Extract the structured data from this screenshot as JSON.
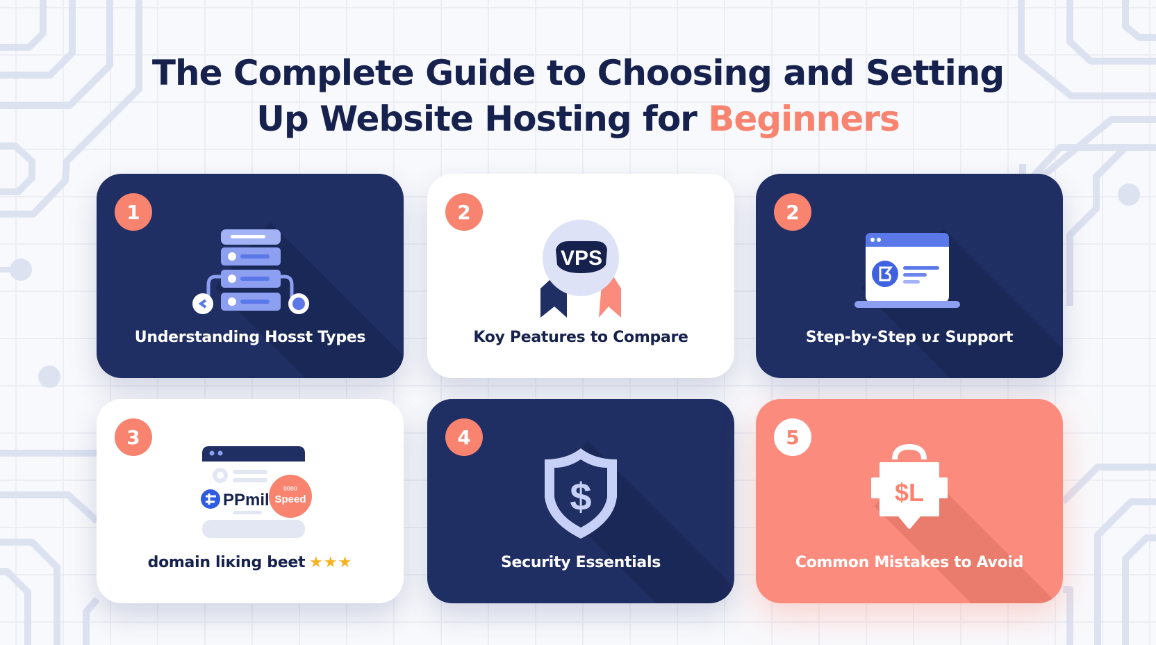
{
  "title": {
    "line1": "The Complete Guide to Choosing and Setting",
    "line2_prefix": "Up Website Hosting for ",
    "line2_accent": "Beginners"
  },
  "colors": {
    "navy": "#1f2e63",
    "coral": "#f8836f",
    "periwinkle": "#8c9ff0",
    "background": "#f8f9fc"
  },
  "cards": [
    {
      "badge": "1",
      "label": "Understanding Hosst Types",
      "icon": "server-stack-icon",
      "theme": "navy"
    },
    {
      "badge": "2",
      "label": "Koy Peatures to Compare",
      "icon": "vps-award-icon",
      "icon_text": "VPS",
      "theme": "white"
    },
    {
      "badge": "2",
      "label": "Step-by-Step ʋɾ Support",
      "icon": "laptop-browser-icon",
      "theme": "navy"
    },
    {
      "badge": "3",
      "label": "domain liĸing beet",
      "stars": "★★★",
      "icon": "browser-speed-icon",
      "icon_text": "PPmil",
      "speed_small": "0000",
      "speed_label": "Speed",
      "theme": "white"
    },
    {
      "badge": "4",
      "label": "Security Essentials",
      "icon": "shield-dollar-icon",
      "icon_text": "$",
      "theme": "navy"
    },
    {
      "badge": "5",
      "label": "Common Mistakes to Avoid",
      "icon": "price-tag-icon",
      "icon_text": "$L",
      "theme": "coral"
    }
  ]
}
